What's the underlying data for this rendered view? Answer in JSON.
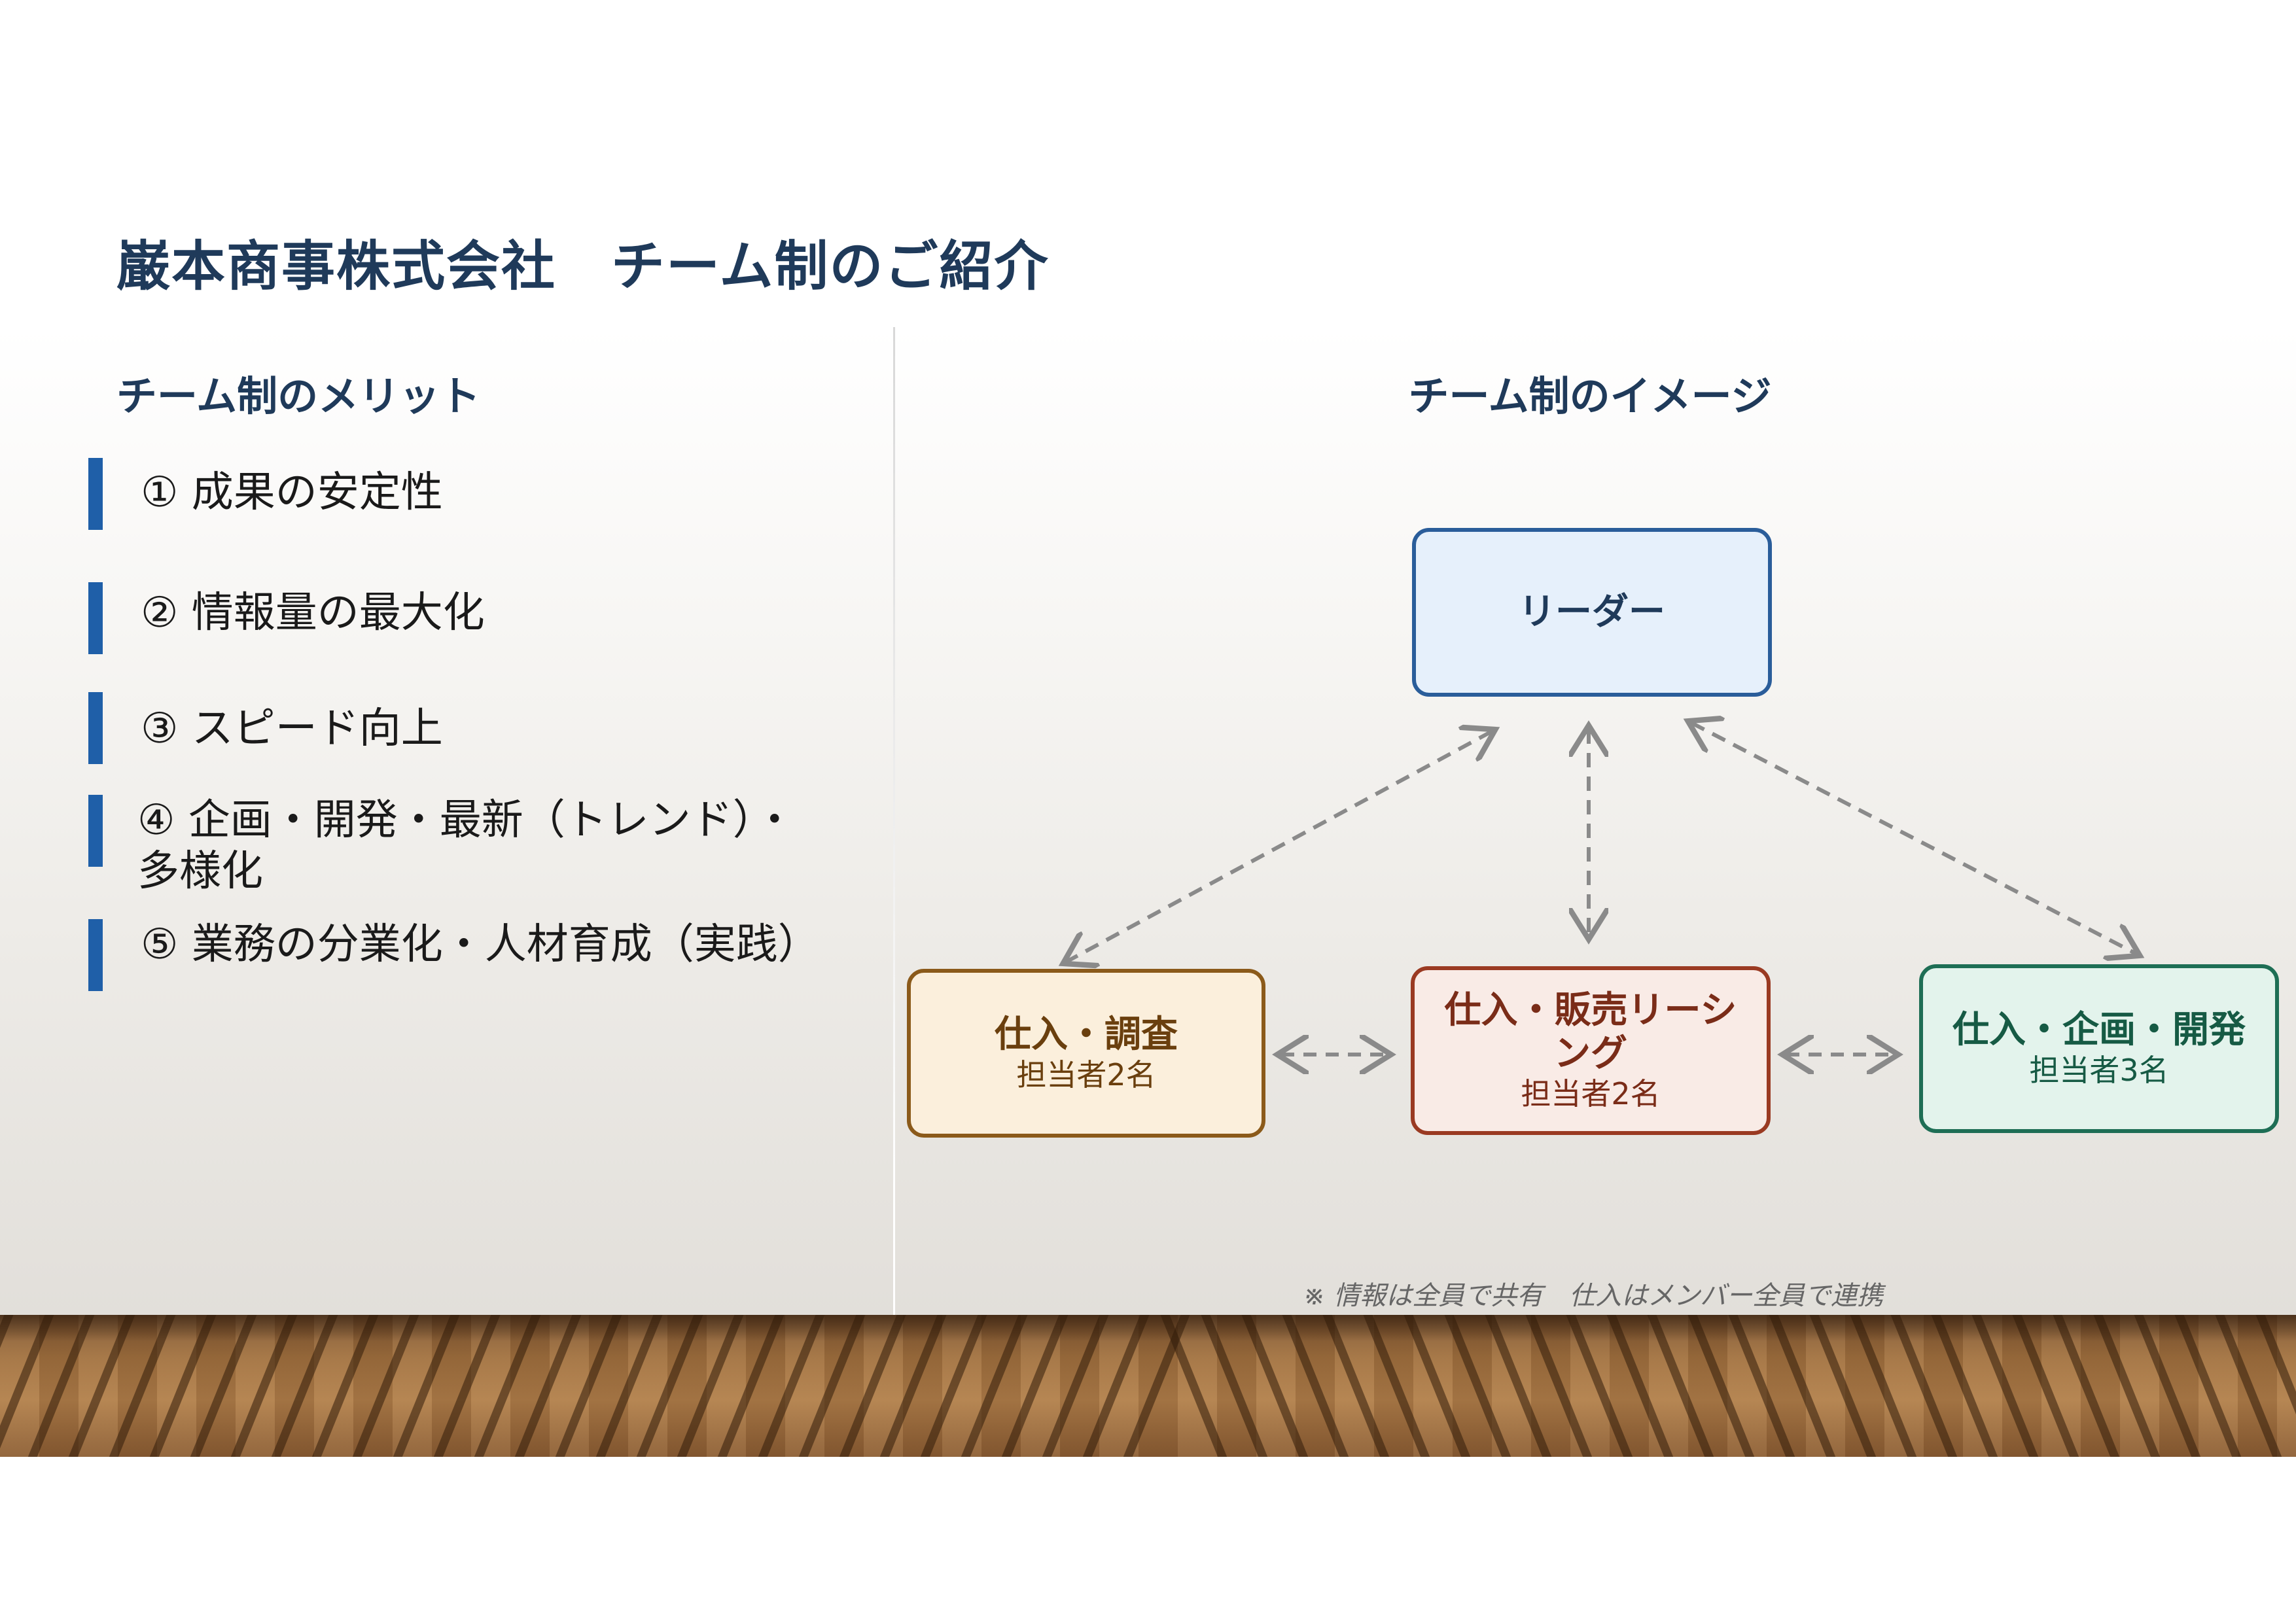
{
  "title": "巌本商事株式会社　チーム制のご紹介",
  "left_heading": "チーム制のメリット",
  "merits": [
    "① 成果の安定性",
    "② 情報量の最大化",
    "③ スピード向上",
    "④ 企画・開発・最新（トレンド）・多様化",
    "⑤ 業務の分業化・人材育成（実践）"
  ],
  "right_heading": "チーム制のイメージ",
  "diagram": {
    "leader": {
      "label": "リーダー",
      "border": "#2a5d9a",
      "fill": "#e6f0fb",
      "text": "#1f3a5a"
    },
    "teams": [
      {
        "label": "仕入・調査",
        "sub": "担当者2名",
        "border": "#8b5a1a",
        "fill": "#fbefdc",
        "text": "#6a3f0e"
      },
      {
        "label": "仕入・販売リーシング",
        "sub": "担当者2名",
        "border": "#9a3a22",
        "fill": "#f9ebe6",
        "text": "#7a2c18"
      },
      {
        "label": "仕入・企画・開発",
        "sub": "担当者3名",
        "border": "#1e6e55",
        "fill": "#e3f3ec",
        "text": "#165a44"
      }
    ],
    "arrow_color": "#8a8a8a"
  },
  "note": "※ 情報は全員で共有　仕入はメンバー全員で連携"
}
